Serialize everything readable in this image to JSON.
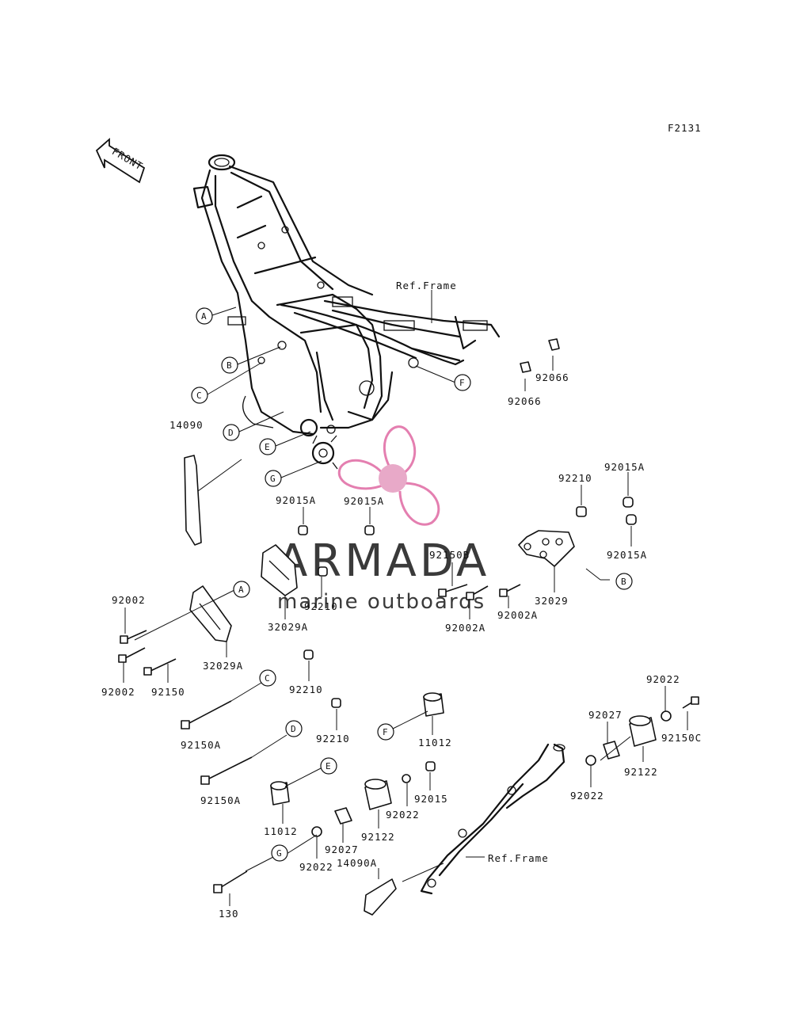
{
  "figure_code": "F2131",
  "front_label": "FRONT",
  "ref_labels": [
    "Ref.Frame",
    "Ref.Frame"
  ],
  "callouts": [
    "A",
    "B",
    "C",
    "D",
    "E",
    "F",
    "G",
    "A",
    "B",
    "C",
    "D",
    "E",
    "F",
    "G"
  ],
  "parts": [
    {
      "id": "p14090",
      "num": "14090"
    },
    {
      "id": "p92066a",
      "num": "92066"
    },
    {
      "id": "p92066b",
      "num": "92066"
    },
    {
      "id": "p92210a",
      "num": "92210"
    },
    {
      "id": "p92015Aa",
      "num": "92015A"
    },
    {
      "id": "p92015Ab",
      "num": "92015A"
    },
    {
      "id": "p92015Ac",
      "num": "92015A"
    },
    {
      "id": "p92015Ad",
      "num": "92015A"
    },
    {
      "id": "p92150B",
      "num": "92150B"
    },
    {
      "id": "p92210b",
      "num": "92210"
    },
    {
      "id": "p32029Aa",
      "num": "32029A"
    },
    {
      "id": "p32029",
      "num": "32029"
    },
    {
      "id": "p92002Aa",
      "num": "92002A"
    },
    {
      "id": "p92002Ab",
      "num": "92002A"
    },
    {
      "id": "p92002a",
      "num": "92002"
    },
    {
      "id": "p92002b",
      "num": "92002"
    },
    {
      "id": "p92150",
      "num": "92150"
    },
    {
      "id": "p32029Ab",
      "num": "32029A"
    },
    {
      "id": "p92210c",
      "num": "92210"
    },
    {
      "id": "p92150Aa",
      "num": "92150A"
    },
    {
      "id": "p92210d",
      "num": "92210"
    },
    {
      "id": "p92150Ab",
      "num": "92150A"
    },
    {
      "id": "p11012a",
      "num": "11012"
    },
    {
      "id": "p11012b",
      "num": "11012"
    },
    {
      "id": "p92015",
      "num": "92015"
    },
    {
      "id": "p92022a",
      "num": "92022"
    },
    {
      "id": "p92122a",
      "num": "92122"
    },
    {
      "id": "p92027a",
      "num": "92027"
    },
    {
      "id": "p92022b",
      "num": "92022"
    },
    {
      "id": "p14090A",
      "num": "14090A"
    },
    {
      "id": "p130",
      "num": "130"
    },
    {
      "id": "p92022c",
      "num": "92022"
    },
    {
      "id": "p92027b",
      "num": "92027"
    },
    {
      "id": "p92022d",
      "num": "92022"
    },
    {
      "id": "p92150C",
      "num": "92150C"
    },
    {
      "id": "p92122b",
      "num": "92122"
    }
  ],
  "watermark": {
    "brand": "ARMADA",
    "tagline": "marine outboards",
    "logo_color": "#e47fb0",
    "logo_hub_color": "#e8a9c8"
  }
}
